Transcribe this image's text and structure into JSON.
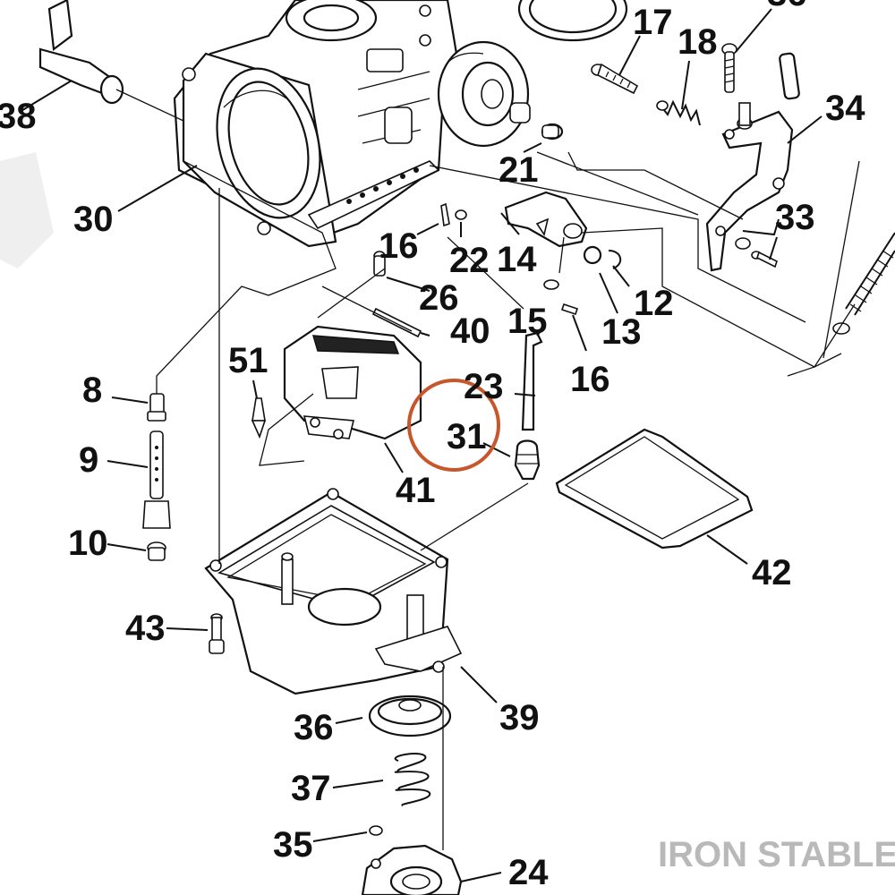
{
  "diagram": {
    "highlight_color": "#c8562b",
    "watermark": "IRON STABLE",
    "parts": [
      {
        "id": "p38",
        "label": "38"
      },
      {
        "id": "p30",
        "label": "30"
      },
      {
        "id": "p17",
        "label": "17"
      },
      {
        "id": "p18",
        "label": "18"
      },
      {
        "id": "p36a",
        "label": "36"
      },
      {
        "id": "p34",
        "label": "34"
      },
      {
        "id": "p21",
        "label": "21"
      },
      {
        "id": "p33",
        "label": "33"
      },
      {
        "id": "p16a",
        "label": "16"
      },
      {
        "id": "p22",
        "label": "22"
      },
      {
        "id": "p14",
        "label": "14"
      },
      {
        "id": "p26",
        "label": "26"
      },
      {
        "id": "p12",
        "label": "12"
      },
      {
        "id": "p40",
        "label": "40"
      },
      {
        "id": "p15",
        "label": "15"
      },
      {
        "id": "p13",
        "label": "13"
      },
      {
        "id": "p16b",
        "label": "16"
      },
      {
        "id": "p51",
        "label": "51"
      },
      {
        "id": "p8",
        "label": "8"
      },
      {
        "id": "p23",
        "label": "23"
      },
      {
        "id": "p31",
        "label": "31"
      },
      {
        "id": "p9",
        "label": "9"
      },
      {
        "id": "p41",
        "label": "41"
      },
      {
        "id": "p10",
        "label": "10"
      },
      {
        "id": "p42",
        "label": "42"
      },
      {
        "id": "p43",
        "label": "43"
      },
      {
        "id": "p39",
        "label": "39"
      },
      {
        "id": "p36b",
        "label": "36"
      },
      {
        "id": "p37",
        "label": "37"
      },
      {
        "id": "p35",
        "label": "35"
      },
      {
        "id": "p24",
        "label": "24"
      }
    ]
  }
}
